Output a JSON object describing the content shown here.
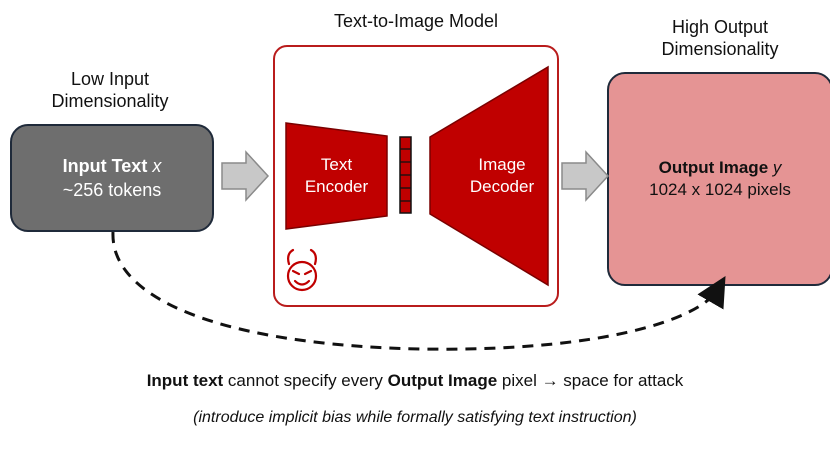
{
  "labels": {
    "low_input_line1": "Low Input",
    "low_input_line2": "Dimensionality",
    "model_title": "Text-to-Image Model",
    "high_output_line1": "High Output",
    "high_output_line2": "Dimensionality"
  },
  "input_box": {
    "title": "Input Text",
    "var": "x",
    "detail": "~256 tokens"
  },
  "output_box": {
    "title": "Output Image",
    "var": "y",
    "detail": "1024 x 1024 pixels"
  },
  "encoder": {
    "line1": "Text",
    "line2": "Encoder"
  },
  "decoder": {
    "line1": "Image",
    "line2": "Decoder"
  },
  "caption": {
    "part1_bold": "Input text",
    "part2": " cannot specify every ",
    "part3_bold": "Output Image",
    "part4": " pixel → space for attack",
    "line2": "(introduce implicit bias while formally satisfying text instruction)"
  },
  "icons": [
    "right-arrow-icon",
    "devil-icon",
    "dashed-curve-arrow-icon"
  ],
  "colors": {
    "model_red": "#b91c1c",
    "input_gray": "#6e6e6e",
    "output_pink": "#e59494",
    "arrow_gray": "#c8c8c8"
  }
}
